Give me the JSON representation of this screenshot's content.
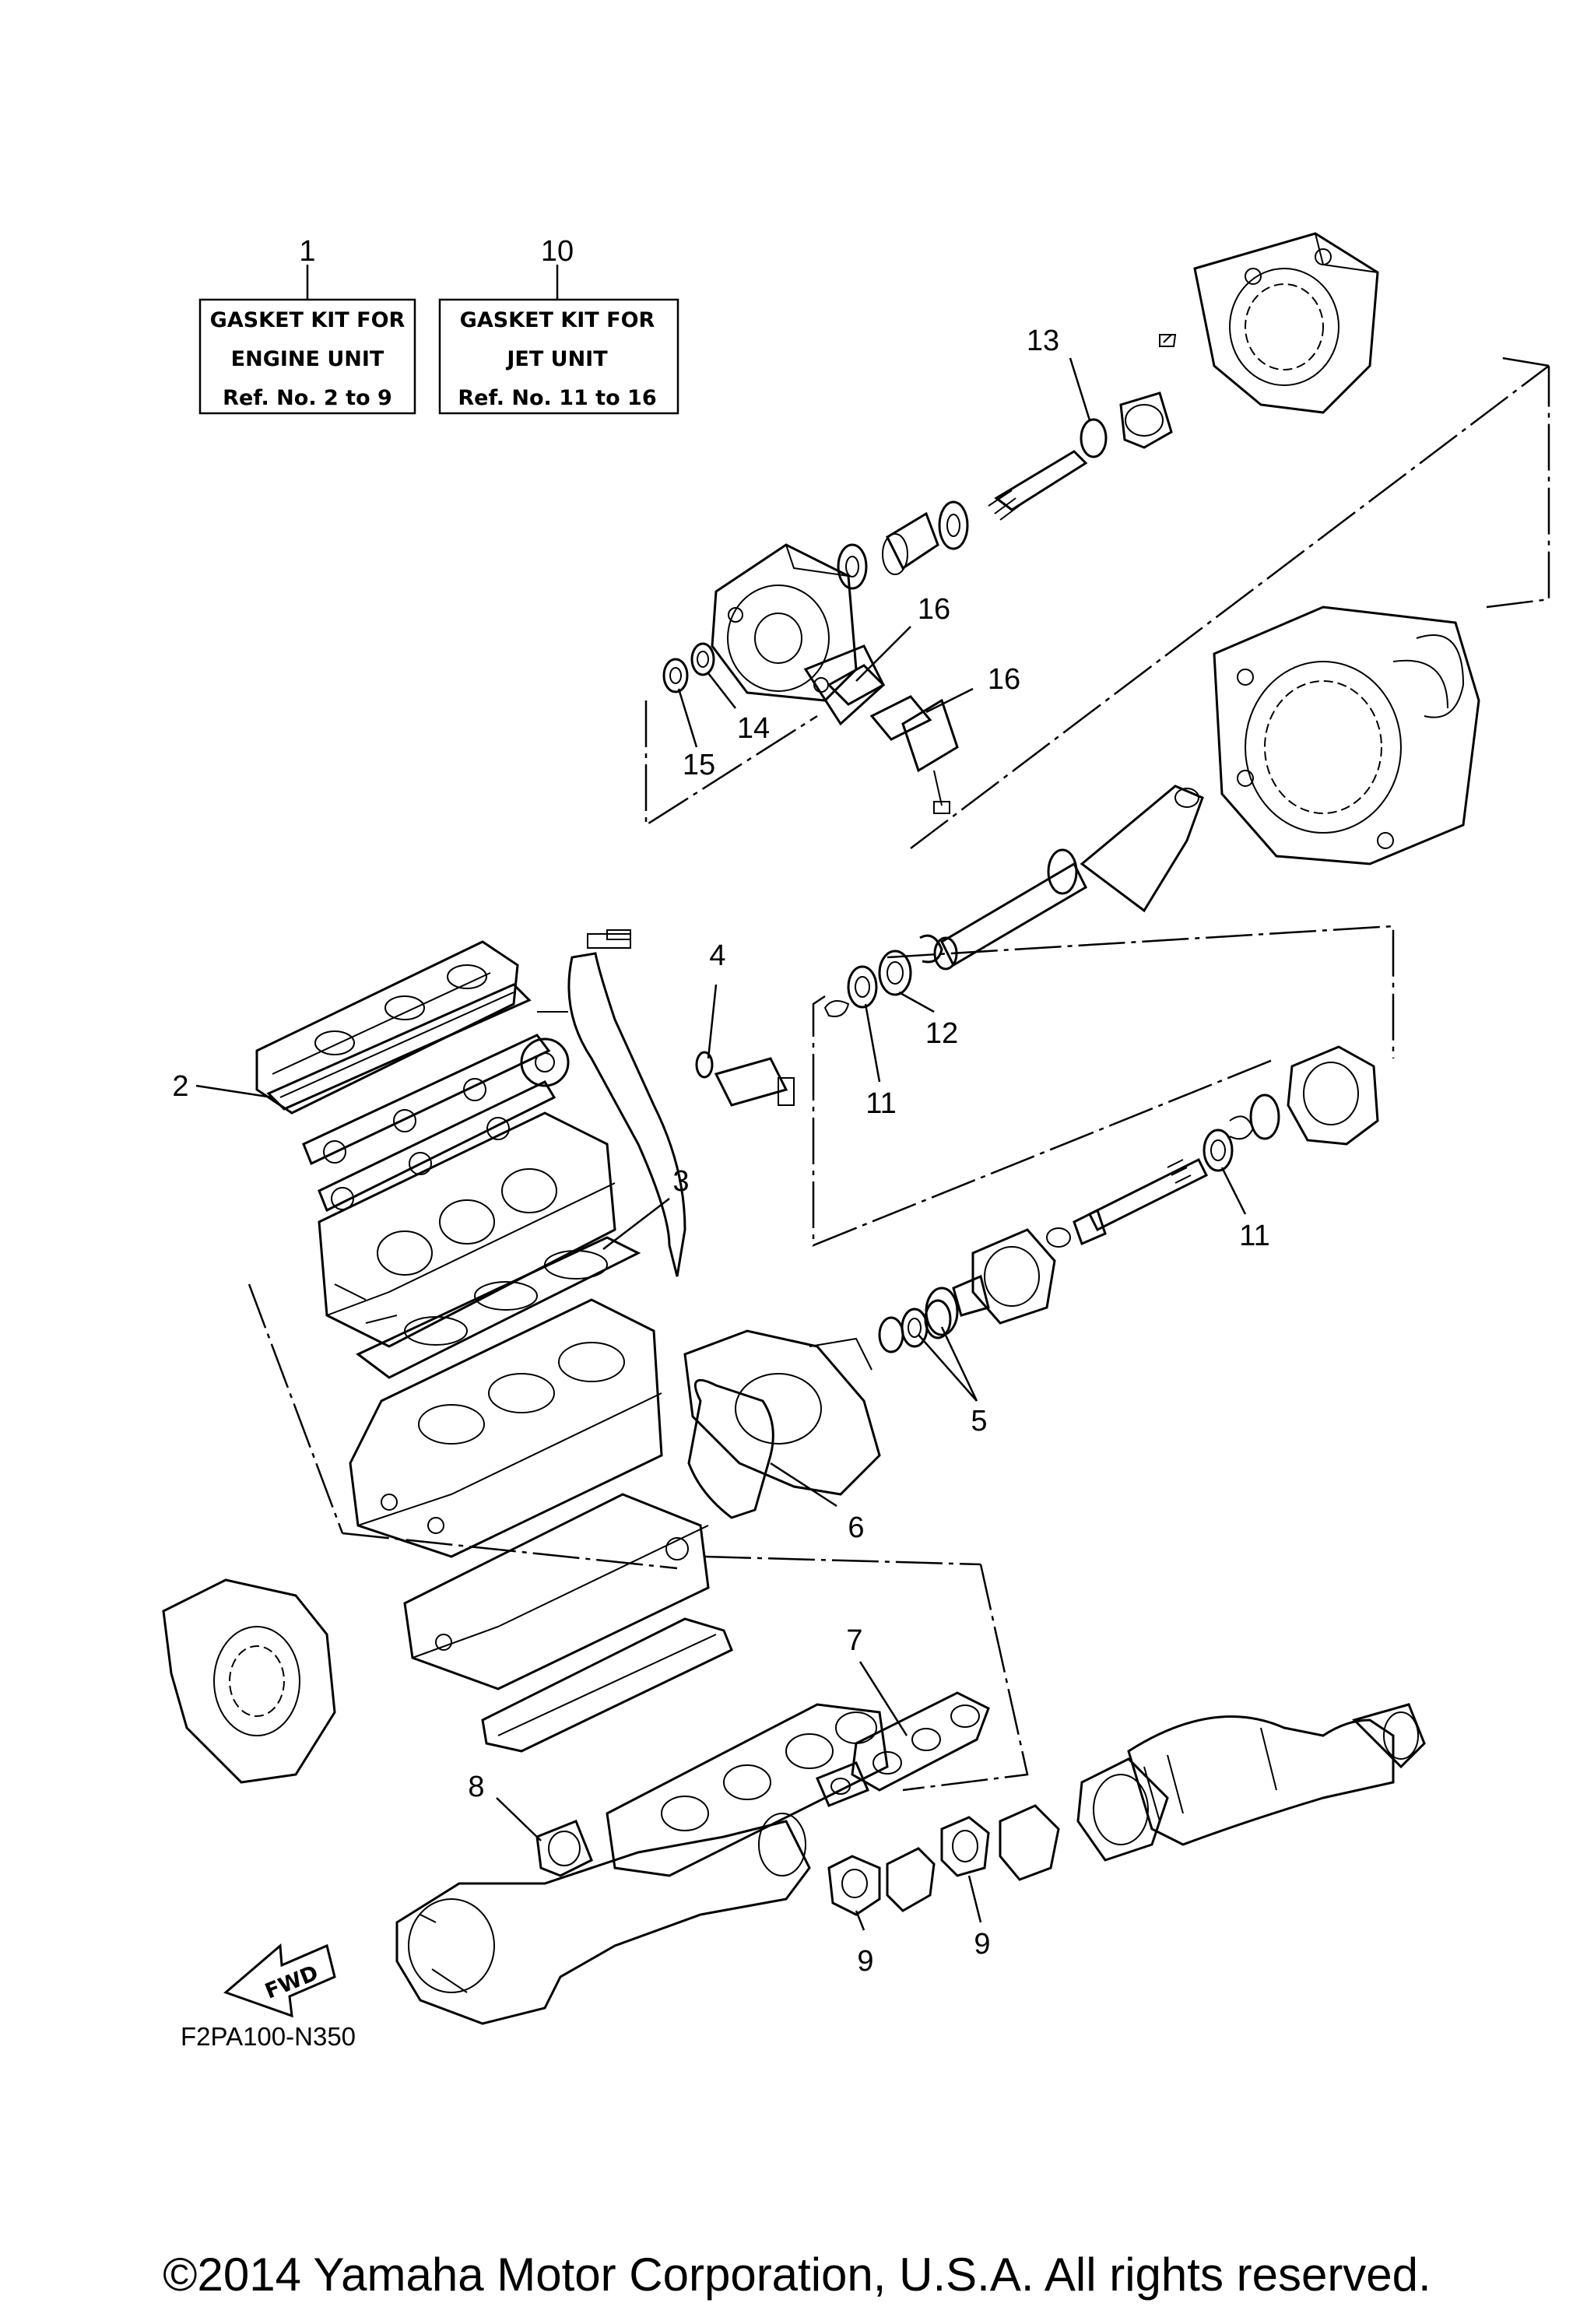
{
  "kit_boxes": [
    {
      "ref": "1",
      "line1": "GASKET KIT FOR",
      "line2": "ENGINE UNIT",
      "line3": "Ref. No. 2 to 9"
    },
    {
      "ref": "10",
      "line1": "GASKET KIT FOR",
      "line2": "JET UNIT",
      "line3": "Ref. No. 11 to 16"
    }
  ],
  "callouts": [
    "2",
    "3",
    "4",
    "5",
    "6",
    "7",
    "8",
    "9",
    "9",
    "11",
    "11",
    "12",
    "13",
    "14",
    "15",
    "16",
    "16"
  ],
  "diagram_code": "F2PA100-N350",
  "fwd_label": "FWD",
  "copyright": "©2014 Yamaha Motor Corporation, U.S.A. All rights reserved."
}
